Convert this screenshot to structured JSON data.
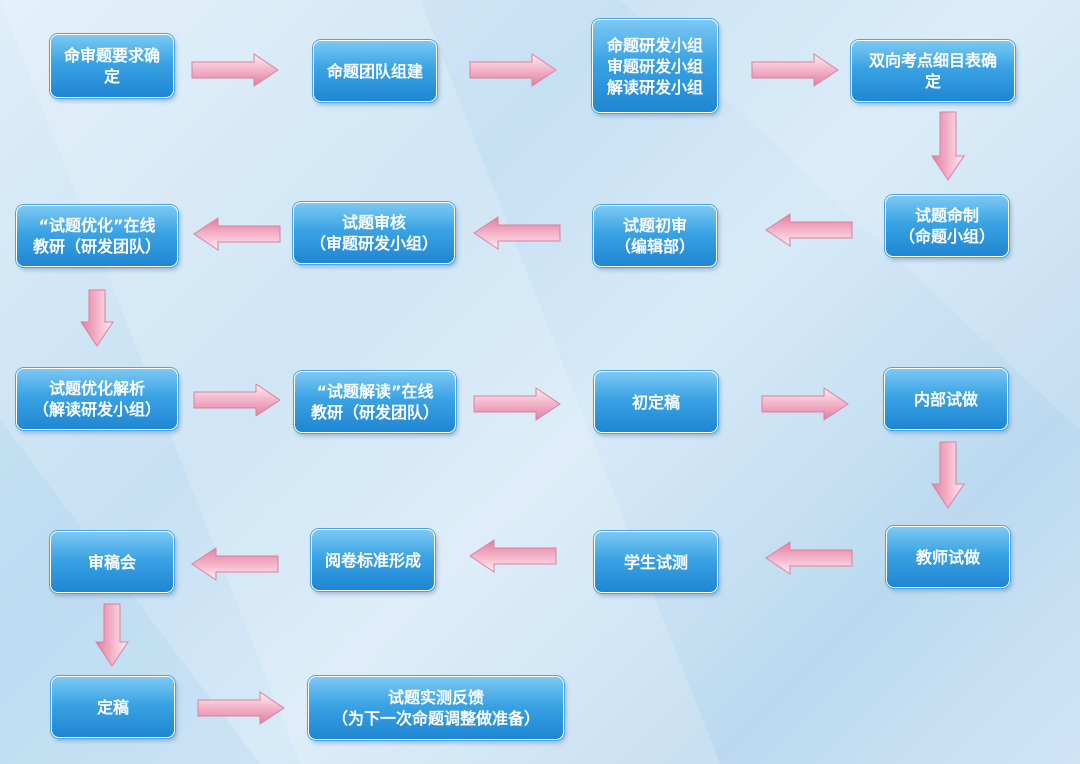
{
  "nodes": [
    {
      "id": "n1",
      "lines": [
        "命审题要求确",
        "定"
      ]
    },
    {
      "id": "n2",
      "lines": [
        "命题团队组建"
      ]
    },
    {
      "id": "n3",
      "lines": [
        "命题研发小组",
        "审题研发小组",
        "解读研发小组"
      ]
    },
    {
      "id": "n4",
      "lines": [
        "双向考点细目表确",
        "定"
      ]
    },
    {
      "id": "n5",
      "lines": [
        "试题命制",
        "（命题小组）"
      ]
    },
    {
      "id": "n6",
      "lines": [
        "试题初审",
        "（编辑部）"
      ]
    },
    {
      "id": "n7",
      "lines": [
        "试题审核",
        "（审题研发小组）"
      ]
    },
    {
      "id": "n8",
      "lines": [
        "“试题优化”在线",
        "教研（研发团队）"
      ]
    },
    {
      "id": "n9",
      "lines": [
        "试题优化解析",
        "（解读研发小组）"
      ]
    },
    {
      "id": "n10",
      "lines": [
        "“试题解读”在线",
        "教研（研发团队）"
      ]
    },
    {
      "id": "n11",
      "lines": [
        "初定稿"
      ]
    },
    {
      "id": "n12",
      "lines": [
        "内部试做"
      ]
    },
    {
      "id": "n13",
      "lines": [
        "教师试做"
      ]
    },
    {
      "id": "n14",
      "lines": [
        "学生试测"
      ]
    },
    {
      "id": "n15",
      "lines": [
        "阅卷标准形成"
      ]
    },
    {
      "id": "n16",
      "lines": [
        "审稿会"
      ]
    },
    {
      "id": "n17",
      "lines": [
        "定稿"
      ]
    },
    {
      "id": "n18",
      "lines": [
        "试题实测反馈",
        "（为下一次命题调整做准备）"
      ]
    }
  ],
  "edges": [
    {
      "from": "n1",
      "to": "n2",
      "dir": "right"
    },
    {
      "from": "n2",
      "to": "n3",
      "dir": "right"
    },
    {
      "from": "n3",
      "to": "n4",
      "dir": "right"
    },
    {
      "from": "n4",
      "to": "n5",
      "dir": "down"
    },
    {
      "from": "n5",
      "to": "n6",
      "dir": "left"
    },
    {
      "from": "n6",
      "to": "n7",
      "dir": "left"
    },
    {
      "from": "n7",
      "to": "n8",
      "dir": "left"
    },
    {
      "from": "n8",
      "to": "n9",
      "dir": "down"
    },
    {
      "from": "n9",
      "to": "n10",
      "dir": "right"
    },
    {
      "from": "n10",
      "to": "n11",
      "dir": "right"
    },
    {
      "from": "n11",
      "to": "n12",
      "dir": "right"
    },
    {
      "from": "n12",
      "to": "n13",
      "dir": "down"
    },
    {
      "from": "n13",
      "to": "n14",
      "dir": "left"
    },
    {
      "from": "n14",
      "to": "n15",
      "dir": "left"
    },
    {
      "from": "n15",
      "to": "n16",
      "dir": "left"
    },
    {
      "from": "n16",
      "to": "n17",
      "dir": "down"
    },
    {
      "from": "n17",
      "to": "n18",
      "dir": "right"
    }
  ],
  "colors": {
    "node_top": "#7cc9f4",
    "node_bottom": "#1f86d2",
    "arrow_light": "#fde2ec",
    "arrow_dark": "#e98aa8",
    "arrow_stroke": "#d9819e"
  }
}
